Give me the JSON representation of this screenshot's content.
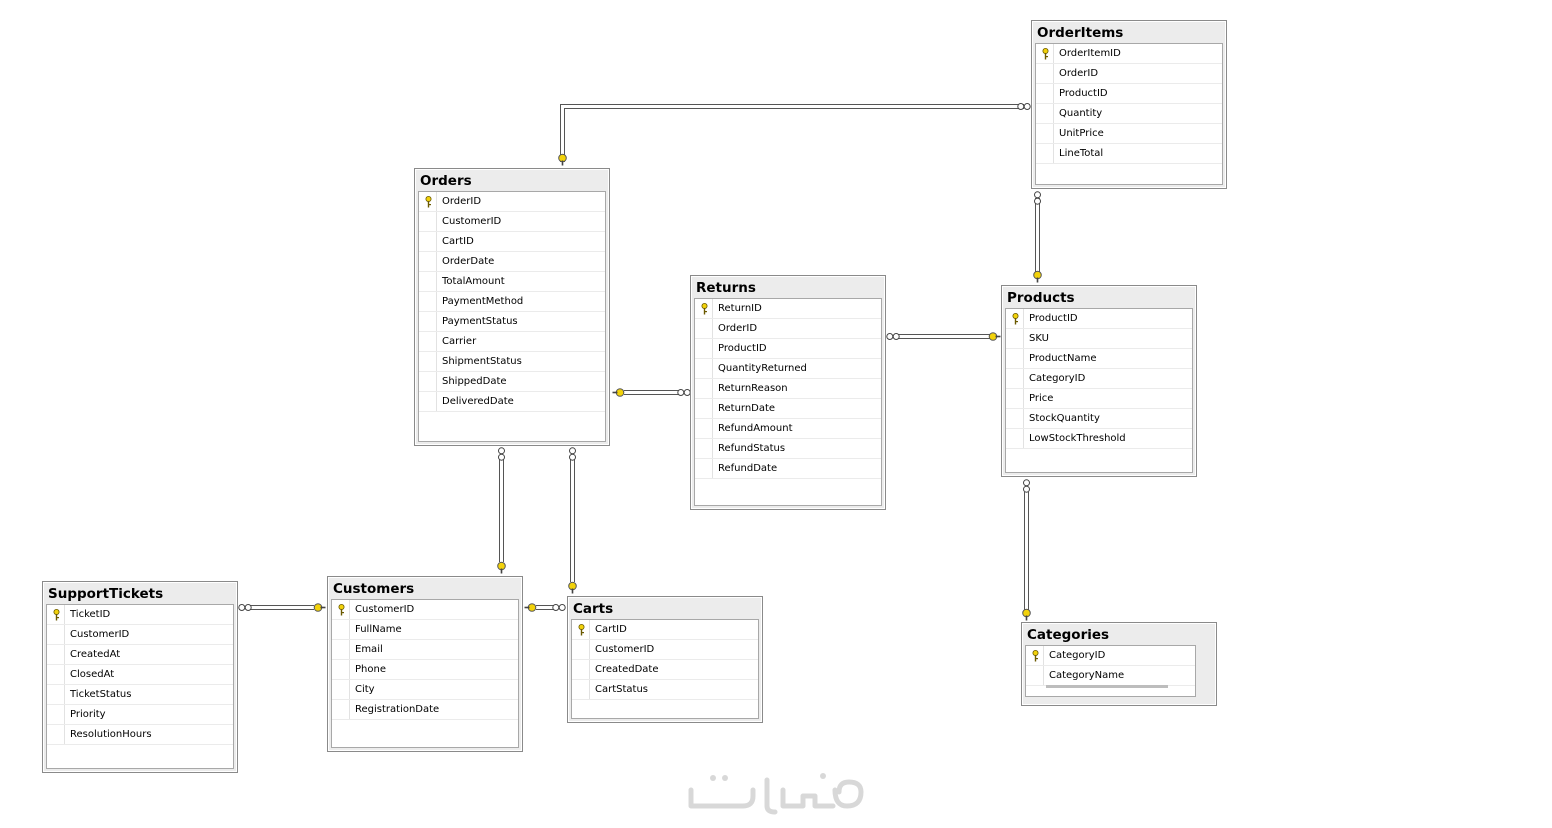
{
  "tables": {
    "orderitems": {
      "title": "OrderItems",
      "columns": [
        "OrderItemID",
        "OrderID",
        "ProductID",
        "Quantity",
        "UnitPrice",
        "LineTotal"
      ],
      "pk": [
        0
      ]
    },
    "orders": {
      "title": "Orders",
      "columns": [
        "OrderID",
        "CustomerID",
        "CartID",
        "OrderDate",
        "TotalAmount",
        "PaymentMethod",
        "PaymentStatus",
        "Carrier",
        "ShipmentStatus",
        "ShippedDate",
        "DeliveredDate"
      ],
      "pk": [
        0
      ]
    },
    "returns": {
      "title": "Returns",
      "columns": [
        "ReturnID",
        "OrderID",
        "ProductID",
        "QuantityReturned",
        "ReturnReason",
        "ReturnDate",
        "RefundAmount",
        "RefundStatus",
        "RefundDate"
      ],
      "pk": [
        0
      ]
    },
    "products": {
      "title": "Products",
      "columns": [
        "ProductID",
        "SKU",
        "ProductName",
        "CategoryID",
        "Price",
        "StockQuantity",
        "LowStockThreshold"
      ],
      "pk": [
        0
      ]
    },
    "supporttickets": {
      "title": "SupportTickets",
      "columns": [
        "TicketID",
        "CustomerID",
        "CreatedAt",
        "ClosedAt",
        "TicketStatus",
        "Priority",
        "ResolutionHours"
      ],
      "pk": [
        0
      ]
    },
    "customers": {
      "title": "Customers",
      "columns": [
        "CustomerID",
        "FullName",
        "Email",
        "Phone",
        "City",
        "RegistrationDate"
      ],
      "pk": [
        0
      ]
    },
    "carts": {
      "title": "Carts",
      "columns": [
        "CartID",
        "CustomerID",
        "CreatedDate",
        "CartStatus"
      ],
      "pk": [
        0
      ]
    },
    "categories": {
      "title": "Categories",
      "columns": [
        "CategoryID",
        "CategoryName"
      ],
      "pk": [
        0
      ]
    }
  },
  "relationships": [
    {
      "from": "orderitems",
      "to": "orders",
      "label": "OrderItems.OrderID → Orders.OrderID"
    },
    {
      "from": "orderitems",
      "to": "products",
      "label": "OrderItems.ProductID → Products.ProductID"
    },
    {
      "from": "returns",
      "to": "orders",
      "label": "Returns.OrderID → Orders.OrderID"
    },
    {
      "from": "returns",
      "to": "products",
      "label": "Returns.ProductID → Products.ProductID"
    },
    {
      "from": "orders",
      "to": "customers",
      "label": "Orders.CustomerID → Customers.CustomerID"
    },
    {
      "from": "orders",
      "to": "carts",
      "label": "Orders.CartID → Carts.CartID"
    },
    {
      "from": "carts",
      "to": "customers",
      "label": "Carts.CustomerID → Customers.CustomerID"
    },
    {
      "from": "supporttickets",
      "to": "customers",
      "label": "SupportTickets.CustomerID → Customers.CustomerID"
    },
    {
      "from": "products",
      "to": "categories",
      "label": "Products.CategoryID → Categories.CategoryID"
    }
  ],
  "colors": {
    "key": "#f2d20a",
    "line": "#555555",
    "header": "#ececec"
  },
  "icons": {
    "primary_key": "key-icon",
    "many_end": "infinity-icon",
    "one_end": "key-end-icon"
  }
}
